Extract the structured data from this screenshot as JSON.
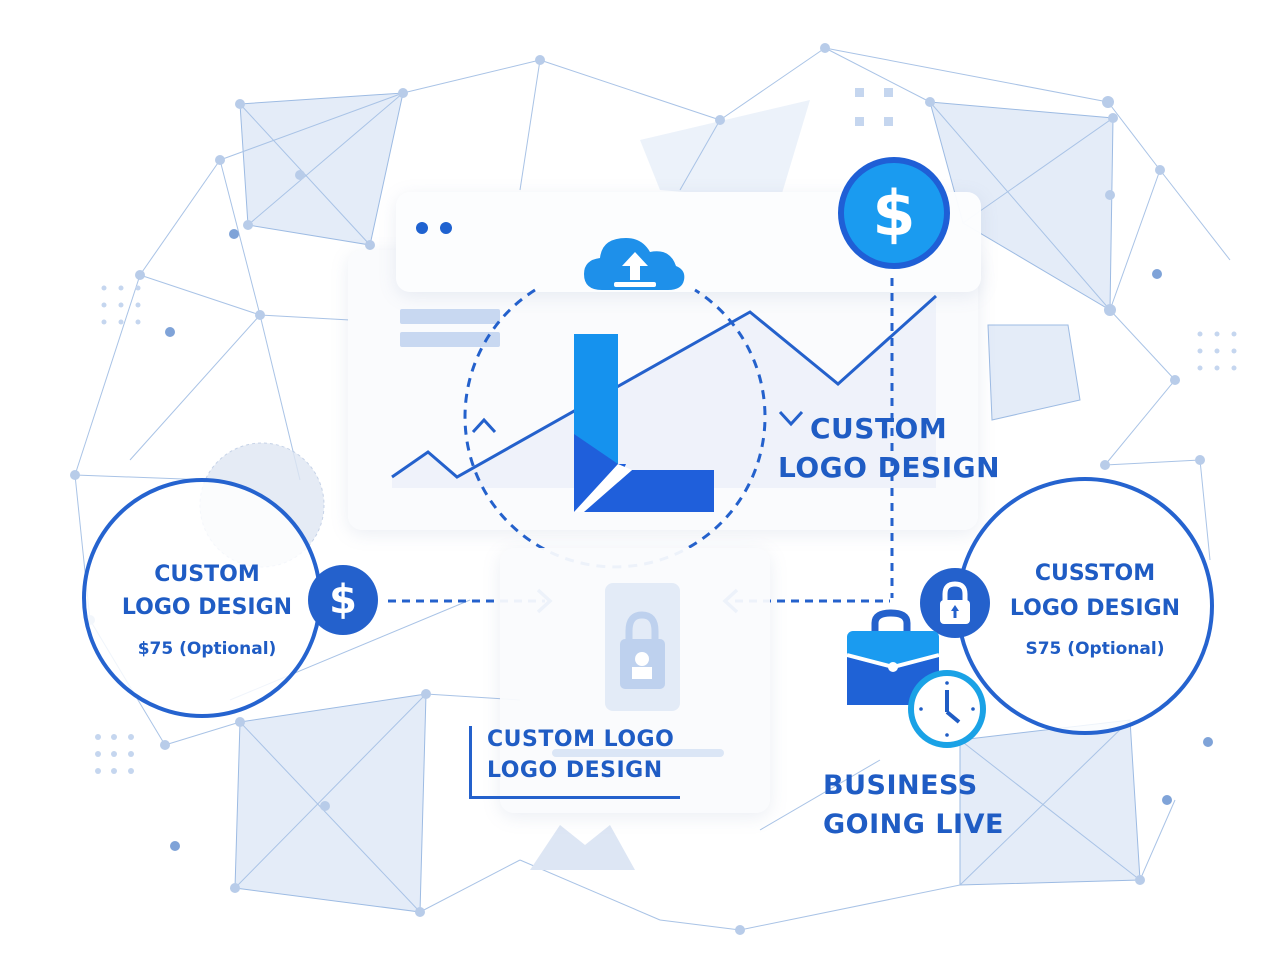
{
  "main_panel": {
    "window_dots": 2,
    "headline_line1": "CUSTOM",
    "headline_line2": "LOGO DESIGN",
    "logo_letter": "L"
  },
  "left_circle": {
    "line1": "CUSTOM",
    "line2": "LOGO DESIGN",
    "price": "$75 (Optional)",
    "badge_icon": "dollar-icon",
    "badge_symbol": "$"
  },
  "right_circle": {
    "line1": "CUSSTOM",
    "line2": "LOGO DESIGN",
    "price": "S75 (Optional)",
    "badge_icon": "lock-icon"
  },
  "bottom_card": {
    "line1": "CUSTOM LOGO",
    "line2": "LOGO DESIGN",
    "icon": "lock-user-icon"
  },
  "business": {
    "line1": "BUSINESS",
    "line2": "GOING LIVE",
    "icons": [
      "briefcase-icon",
      "clock-icon"
    ]
  },
  "top_coin": {
    "symbol": "$",
    "icon": "dollar-coin-icon"
  },
  "cloud": {
    "icon": "cloud-upload-icon"
  },
  "colors": {
    "primary": "#1f5cc4",
    "accent": "#1a9bf0",
    "mesh": "#a9c3e6",
    "mesh_fill": "#dde8f6"
  }
}
